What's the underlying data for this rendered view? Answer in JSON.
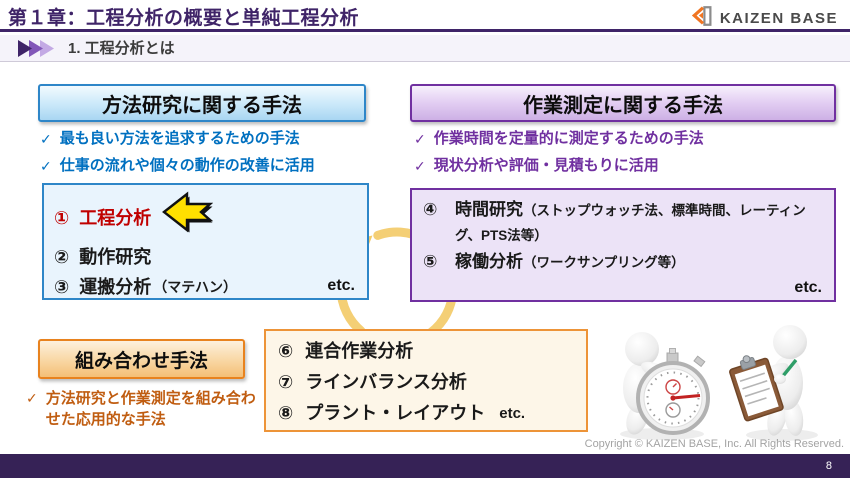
{
  "header": {
    "title": "第１章：工程分析の概要と単純工程分析",
    "logo_text": "KAIZEN BASE"
  },
  "subheader": {
    "label": "1. 工程分析とは"
  },
  "method_study": {
    "title": "方法研究に関する手法",
    "checks": [
      "最も良い方法を追求するための手法",
      "仕事の流れや個々の動作の改善に活用"
    ],
    "items": [
      {
        "num": "①",
        "text": "工程分析"
      },
      {
        "num": "②",
        "text": "動作研究"
      },
      {
        "num": "③",
        "text": "運搬分析",
        "note": "（マテハン）"
      }
    ],
    "etc": "etc."
  },
  "work_measurement": {
    "title": "作業測定に関する手法",
    "checks": [
      "作業時間を定量的に測定するための手法",
      "現状分析や評価・見積もりに活用"
    ],
    "items": [
      {
        "num": "④",
        "text": "時間研究",
        "note": "（ストップウォッチ法、標準時間、レーティング、PTS法等）"
      },
      {
        "num": "⑤",
        "text": "稼働分析",
        "note": "（ワークサンプリング等）"
      }
    ],
    "etc": "etc."
  },
  "combination": {
    "title": "組み合わせ手法",
    "check": "方法研究と作業測定を組み合わせた応用的な手法",
    "items": [
      {
        "num": "⑥",
        "text": "連合作業分析",
        "suffix": ""
      },
      {
        "num": "⑦",
        "text": "ラインバランス分析",
        "suffix": ""
      },
      {
        "num": "⑧",
        "text": "プラント・レイアウト",
        "suffix": "etc."
      }
    ]
  },
  "footer": {
    "copyright": "Copyright ©  KAIZEN BASE, Inc.  All Rights Reserved.",
    "page_number": "8"
  },
  "icons": {
    "check": "✓"
  },
  "colors": {
    "header_purple": "#3f2468",
    "blue": "#0070c0",
    "purple": "#7030a0",
    "red": "#c00000",
    "orange": "#c05d11",
    "gold": "#f1c24f",
    "logo_orange": "#f07522"
  }
}
